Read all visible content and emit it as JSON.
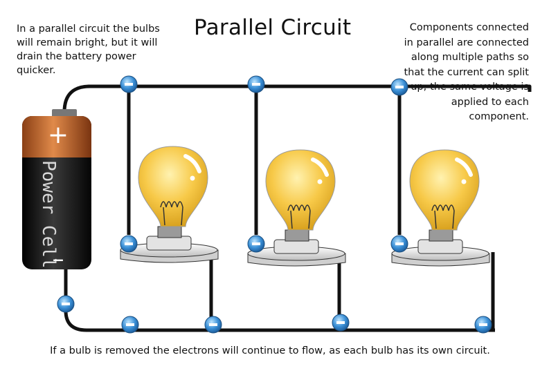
{
  "title": "Parallel Circuit",
  "notes": {
    "left": "In a parallel circuit the bulbs will remain bright, but it will drain the battery power quicker.",
    "right": "Components connected in parallel are connected along multiple paths so that the current can split up; the same voltage is applied to each component.",
    "bottom": "If a bulb is removed the electrons will continue to flow, as each bulb has its own circuit."
  },
  "battery": {
    "label": "Power Cell",
    "plus": "+",
    "minus": "–"
  },
  "electron_symbol": "–",
  "colors": {
    "wire": "#111111",
    "electron": "#3a8fd6",
    "bulb_glass": "#f7c948",
    "battery_top": "#c8642a",
    "battery_body": "#1c1c1c"
  }
}
